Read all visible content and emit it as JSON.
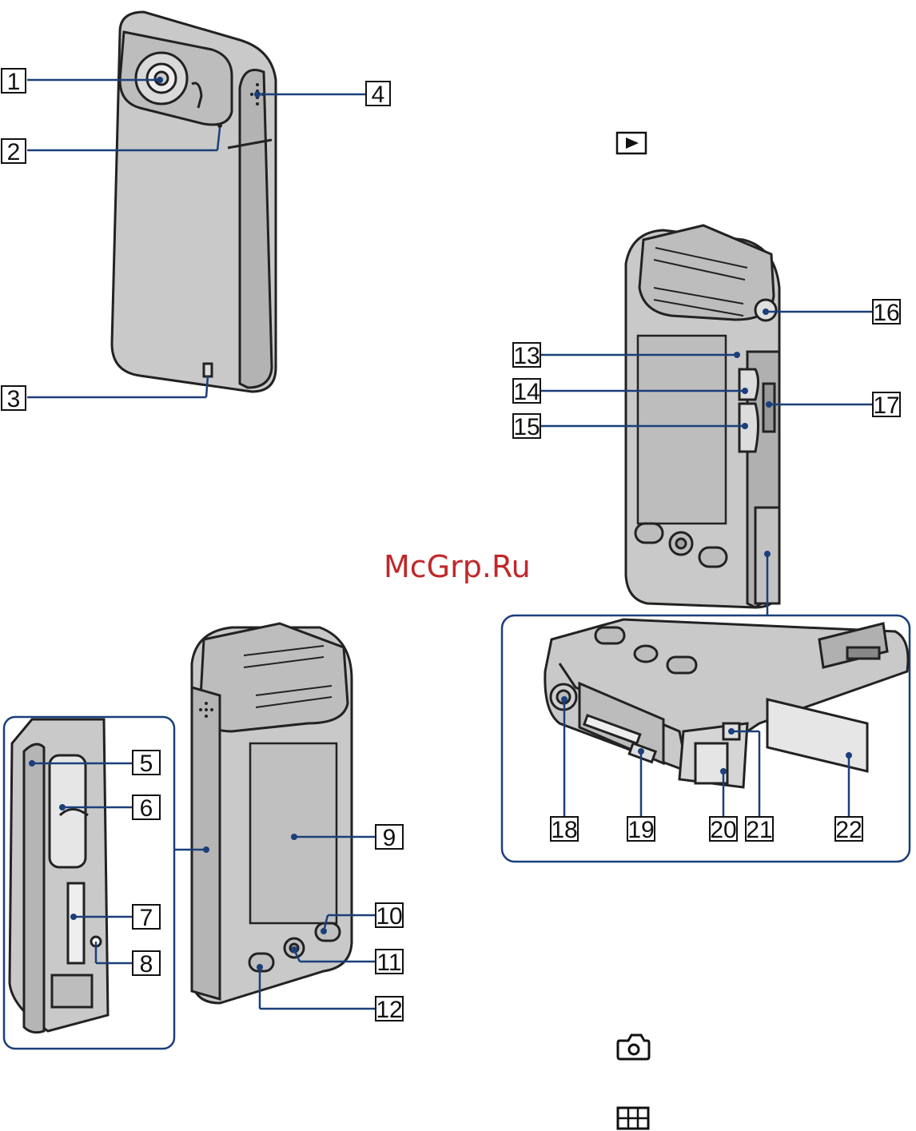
{
  "watermark": "McGrp.Ru",
  "callouts": [
    "1",
    "2",
    "3",
    "4",
    "5",
    "6",
    "7",
    "8",
    "9",
    "10",
    "11",
    "12",
    "13",
    "14",
    "15",
    "16",
    "17",
    "18",
    "19",
    "20",
    "21",
    "22"
  ],
  "icons": {
    "play": "play-icon",
    "camera": "camera-icon",
    "movie": "movie-icon"
  },
  "colors": {
    "leader": "#1b3f7a",
    "inset_border": "#1b3f7a",
    "body_fill": "#c9c9c9",
    "body_dark": "#9a9a9a",
    "outline": "#222222",
    "watermark": "#c0282a"
  }
}
